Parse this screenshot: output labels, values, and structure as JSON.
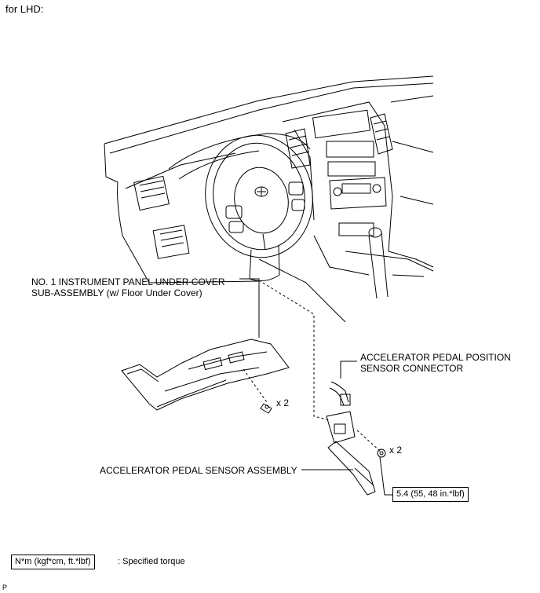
{
  "header": {
    "title": "for LHD:"
  },
  "labels": {
    "under_cover_line1": "NO. 1 INSTRUMENT PANEL UNDER COVER",
    "under_cover_line2": "SUB-ASSEMBLY (w/ Floor Under Cover)",
    "connector_line1": "ACCELERATOR PEDAL POSITION",
    "connector_line2": "SENSOR CONNECTOR",
    "pedal_assembly": "ACCELERATOR PEDAL SENSOR ASSEMBLY",
    "screw_count": "x 2",
    "nut_count": "x 2",
    "torque_value": "5.4 (55, 48 in.*lbf)"
  },
  "legend": {
    "unit_box": "N*m (kgf*cm, ft.*lbf)",
    "description": ": Specified torque"
  },
  "footer": {
    "code": "P"
  }
}
